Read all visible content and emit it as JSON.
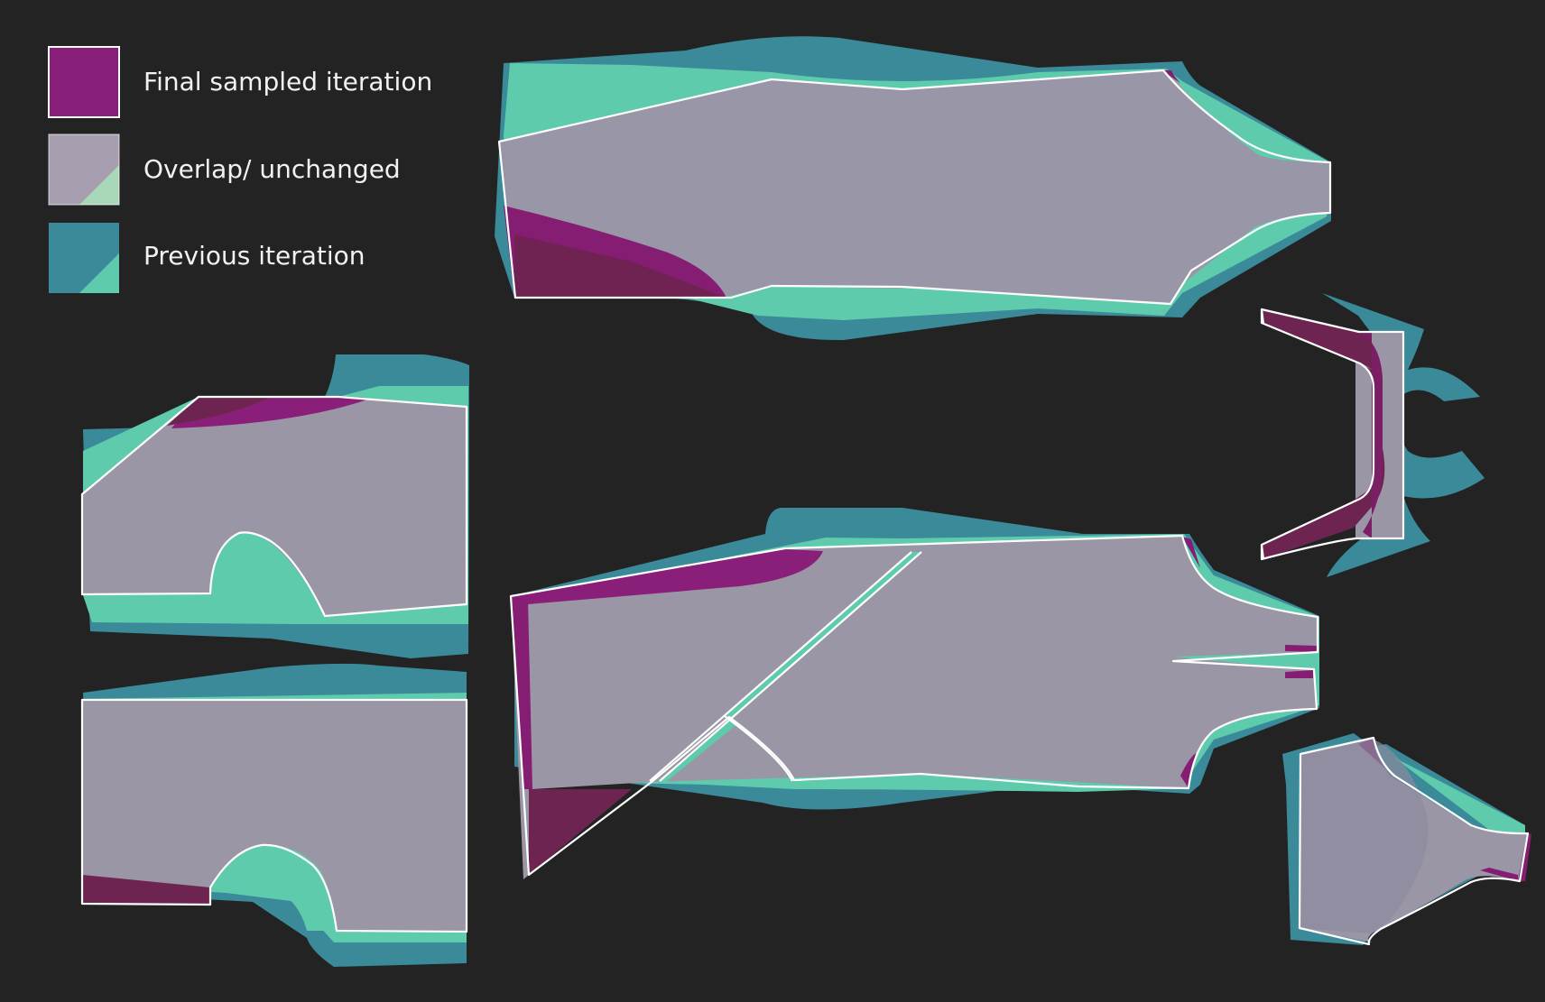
{
  "legend": {
    "final_label": "Final sampled iteration",
    "overlap_label": "Overlap/ unchanged",
    "previous_label": "Previous iteration"
  },
  "colors": {
    "background": "#232323",
    "final_sampled": "#8a1f7a",
    "overlap": "#9a96a6",
    "previous_teal": "#3a8a99",
    "previous_mint": "#5ecbac",
    "outline": "#ffffff"
  }
}
